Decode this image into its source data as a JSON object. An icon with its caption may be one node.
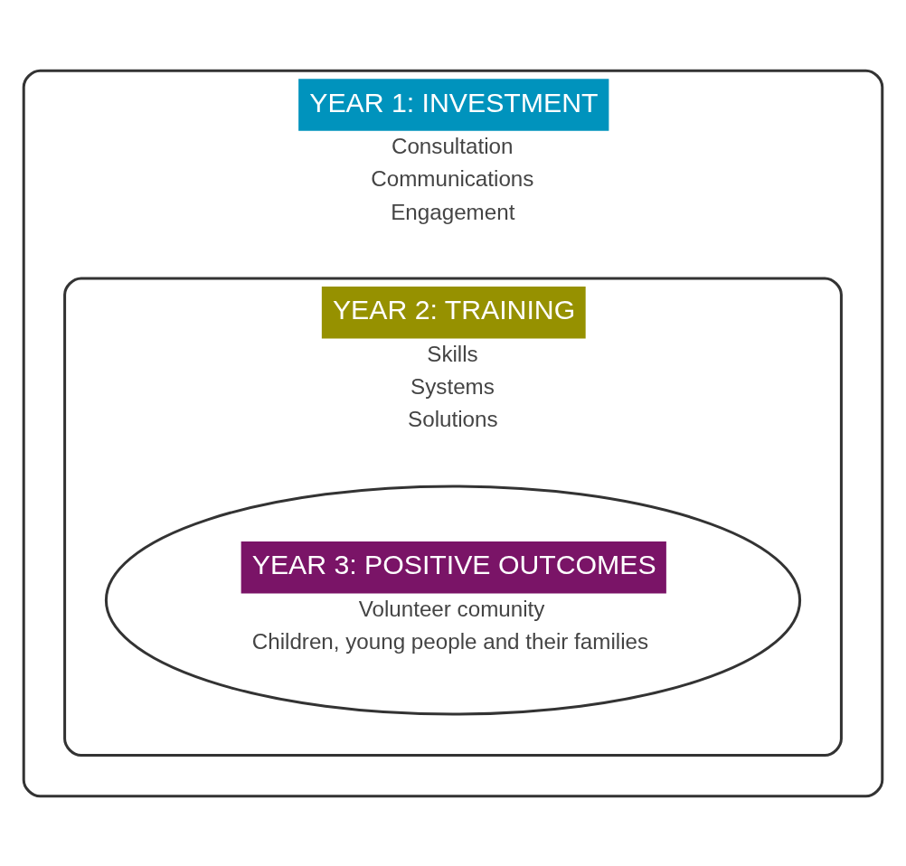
{
  "diagram": {
    "nodes": [
      {
        "text": [
          "YEAR 1: INVESTMENT",
          "Consultation",
          "Communications",
          "Engagement"
        ]
      },
      {
        "text": [
          "YEAR 2: TRAINING",
          "Skills",
          "Systems",
          "Solutions"
        ],
        "in": 0
      },
      {
        "text": [
          "YEAR 3: POSITIVE OUTCOMES",
          "Volunteer comunity",
          "Children, young people and their families"
        ],
        "in": 1
      }
    ]
  }
}
